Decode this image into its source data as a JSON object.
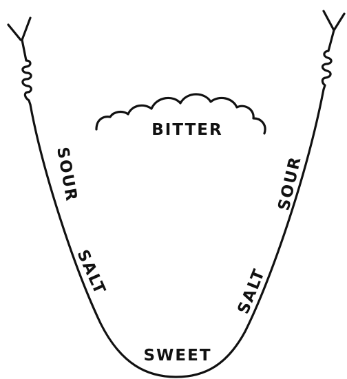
{
  "diagram": {
    "labels": {
      "bitter": "BITTER",
      "sour_left": "SOUR",
      "sour_right": "SOUR",
      "salt_left": "SALT",
      "salt_right": "SALT",
      "sweet": "SWEET"
    },
    "colors": {
      "line": "#111111",
      "background": "#ffffff"
    }
  }
}
